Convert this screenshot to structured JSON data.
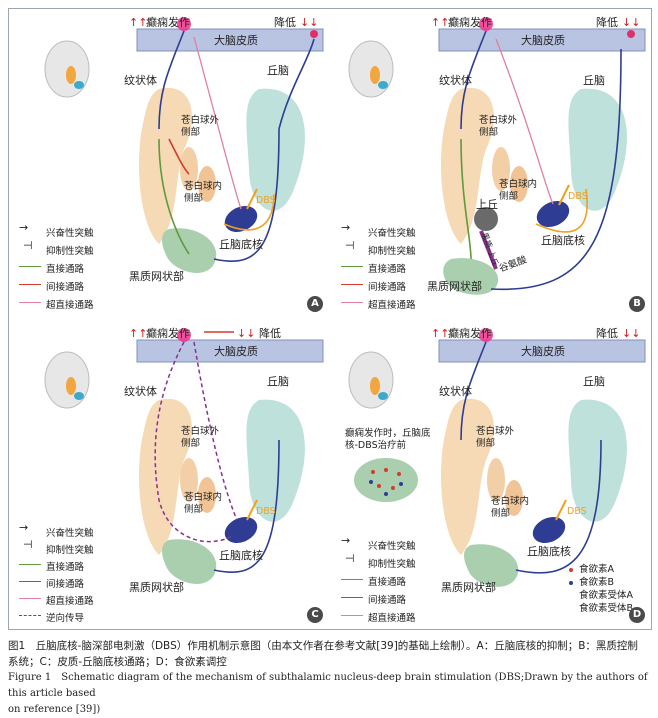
{
  "panels": {
    "A": {
      "letter": "A",
      "seizure": "癫痫发作",
      "decrease": "降低",
      "cortex": "大脑皮质",
      "thalamus": "丘脑",
      "striatum": "纹状体",
      "gpe": "苍白球外侧部",
      "gpi": "苍白球内侧部",
      "stn": "丘脑底核",
      "dbs": "DBS",
      "snr": "黑质网状部"
    },
    "B": {
      "letter": "B",
      "seizure": "癫痫发作",
      "decrease": "降低",
      "cortex": "大脑皮质",
      "thalamus": "丘脑",
      "striatum": "纹状体",
      "gpe": "苍白球外侧部",
      "gpi": "苍白球内侧部",
      "stn": "丘脑底核",
      "dbs": "DBS",
      "snr": "黑质网状部",
      "sc": "上丘",
      "gaba": "谷氨酸",
      "path_label": "黑质-上丘"
    },
    "C": {
      "letter": "C",
      "seizure": "癫痫发作",
      "decrease": "降低",
      "cortex": "大脑皮质",
      "thalamus": "丘脑",
      "striatum": "纹状体",
      "gpe": "苍白球外侧部",
      "gpi": "苍白球内侧部",
      "stn": "丘脑底核",
      "dbs": "DBS",
      "snr": "黑质网状部"
    },
    "D": {
      "letter": "D",
      "seizure": "癫痫发作",
      "decrease": "降低",
      "cortex": "大脑皮质",
      "thalamus": "丘脑",
      "striatum": "纹状体",
      "gpe": "苍白球外侧部",
      "gpi": "苍白球内侧部",
      "stn": "丘脑底核",
      "dbs": "DBS",
      "snr": "黑质网状部",
      "note": "癫痫发作时，丘脑底核-DBS治疗前"
    }
  },
  "legend_main": [
    "兴奋性突触",
    "抑制性突触",
    "直接通路",
    "间接通路",
    "超直接通路"
  ],
  "legend_c_extra": "逆向传导",
  "legend_d": [
    "食欲素A",
    "食欲素B",
    "食欲素受体A",
    "食欲素受体B"
  ],
  "arrows_up": "↑↑",
  "arrows_down": "↓↓",
  "colors": {
    "cortex": "#b9c3e2",
    "striatum": "#f6d9b5",
    "thalamus": "#bfe1dc",
    "gpe": "#f3cfa8",
    "snr": "#a9cfae",
    "stn": "#2e3d93",
    "direct": "#5f9a3c",
    "indirect": "#d43b2a",
    "hyperdirect": "#e27ea5",
    "retro": "#8b2f8f",
    "dbs": "#f0a020"
  },
  "caption": {
    "cn_1": "图1　丘脑底核-脑深部电刺激（DBS）作用机制示意图（由本文作者在参考文献[39]的基础上绘制）。A：丘脑底核的抑制；B：黑质控制",
    "cn_2": "系统；C：皮质-丘脑底核通路；D：食欲素调控",
    "en_1": "Figure 1　Schematic diagram of the mechanism of subthalamic nucleus-deep brain stimulation (DBS;Drawn by the authors of this article based",
    "en_2": "on reference [39])"
  }
}
